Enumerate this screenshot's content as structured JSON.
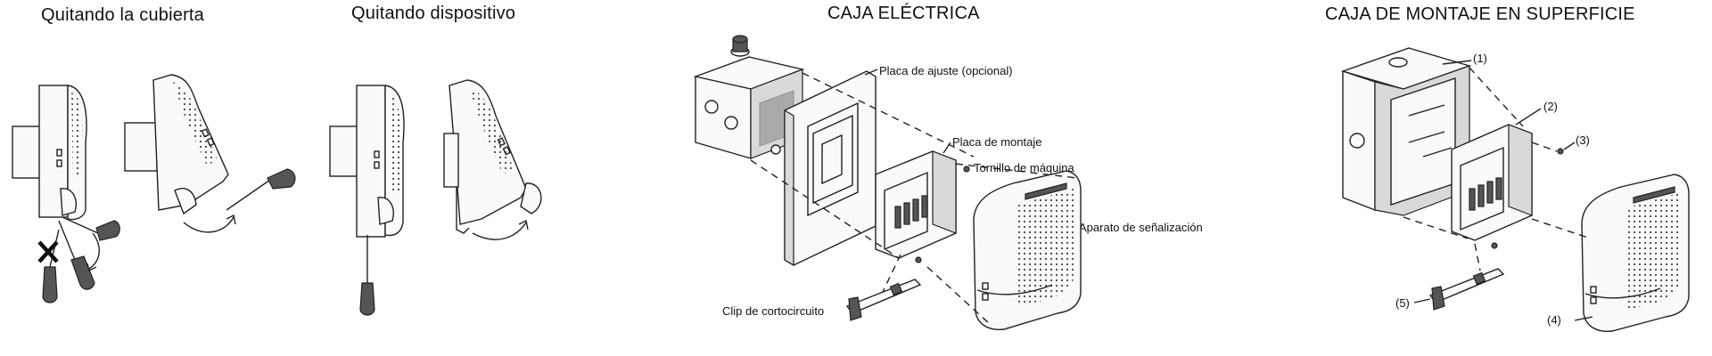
{
  "headings": {
    "removing_cover": "Quitando la cubierta",
    "removing_device": "Quitando dispositivo",
    "electrical_box": "CAJA ELÉCTRICA",
    "surface_box": "CAJA DE MONTAJE EN SUPERFICIE"
  },
  "electrical_box_labels": {
    "trim_plate": "Placa de ajuste (opcional)",
    "mounting_plate": "Placa de montaje",
    "machine_screw": "Tornillo de máquina",
    "signaling_device": "Aparato de señalización",
    "shorting_clip": "Clip de cortocircuito"
  },
  "surface_box_callouts": {
    "c1": "(1)",
    "c2": "(2)",
    "c3": "(3)",
    "c4": "(4)",
    "c5": "(5)"
  }
}
